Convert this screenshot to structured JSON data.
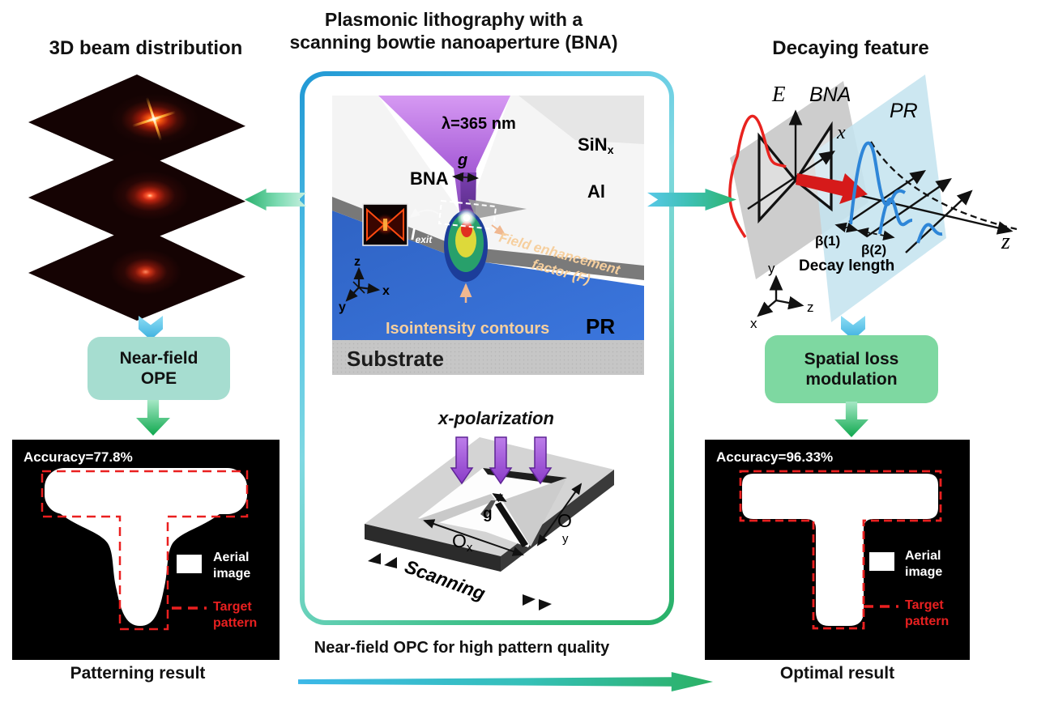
{
  "title": {
    "line1": "Plasmonic lithography with a",
    "line2": "scanning bowtie nanoaperture (BNA)"
  },
  "colors": {
    "frame_gradient_start": "#1f97d4",
    "frame_gradient_end": "#28b068",
    "ope_box_bg": "#a6ddd0",
    "slm_box_bg": "#7ed8a1",
    "panel_bg": "#000000",
    "target_dash_red": "#ea2020",
    "resist_blue": "#3a70d2",
    "beam_purple": "#9b59c8",
    "tan_label": "#f6cf9e"
  },
  "left": {
    "heading": "3D beam distribution",
    "ope_box": {
      "line1": "Near-field",
      "line2": "OPE"
    },
    "panel": {
      "accuracy": "Accuracy=77.8%",
      "legend": {
        "aerial_line1": "Aerial",
        "aerial_line2": "image",
        "target_line1": "Target",
        "target_line2": "pattern"
      },
      "caption": "Patterning result"
    }
  },
  "center": {
    "scene": {
      "lambda": "λ=365 nm",
      "material": "SiN",
      "material_sub": "x",
      "metal": "Al",
      "bna": "BNA",
      "gap": "g",
      "exit_intensity_main": "I",
      "exit_intensity_sub": "exit",
      "field_line1": "Field enhancement",
      "field_line2": "factor (F)",
      "isointensity": "Isointensity contours",
      "resist": "PR",
      "substrate": "Substrate",
      "axis_z": "z",
      "axis_x": "x",
      "axis_y": "y"
    },
    "xpol": {
      "heading": "x-polarization",
      "gap": "g",
      "ox_main": "O",
      "ox_sub": "x",
      "oy_main": "O",
      "oy_sub": "y",
      "scanning": "Scanning"
    },
    "opc_caption": "Near-field OPC for high pattern quality"
  },
  "right": {
    "heading": "Decaying feature",
    "diagram": {
      "e_field": "E",
      "bna": "BNA",
      "axis_x": "x",
      "resist": "PR",
      "axis_z_main": "z",
      "beta1": "β(1)",
      "beta2": "β(2)",
      "decay": "Decay length",
      "triad_x": "x",
      "triad_y": "y",
      "triad_z": "z"
    },
    "slm_box": {
      "line1": "Spatial loss",
      "line2": "modulation"
    },
    "panel": {
      "accuracy": "Accuracy=96.33%",
      "legend": {
        "aerial_line1": "Aerial",
        "aerial_line2": "image",
        "target_line1": "Target",
        "target_line2": "pattern"
      },
      "caption": "Optimal result"
    }
  }
}
